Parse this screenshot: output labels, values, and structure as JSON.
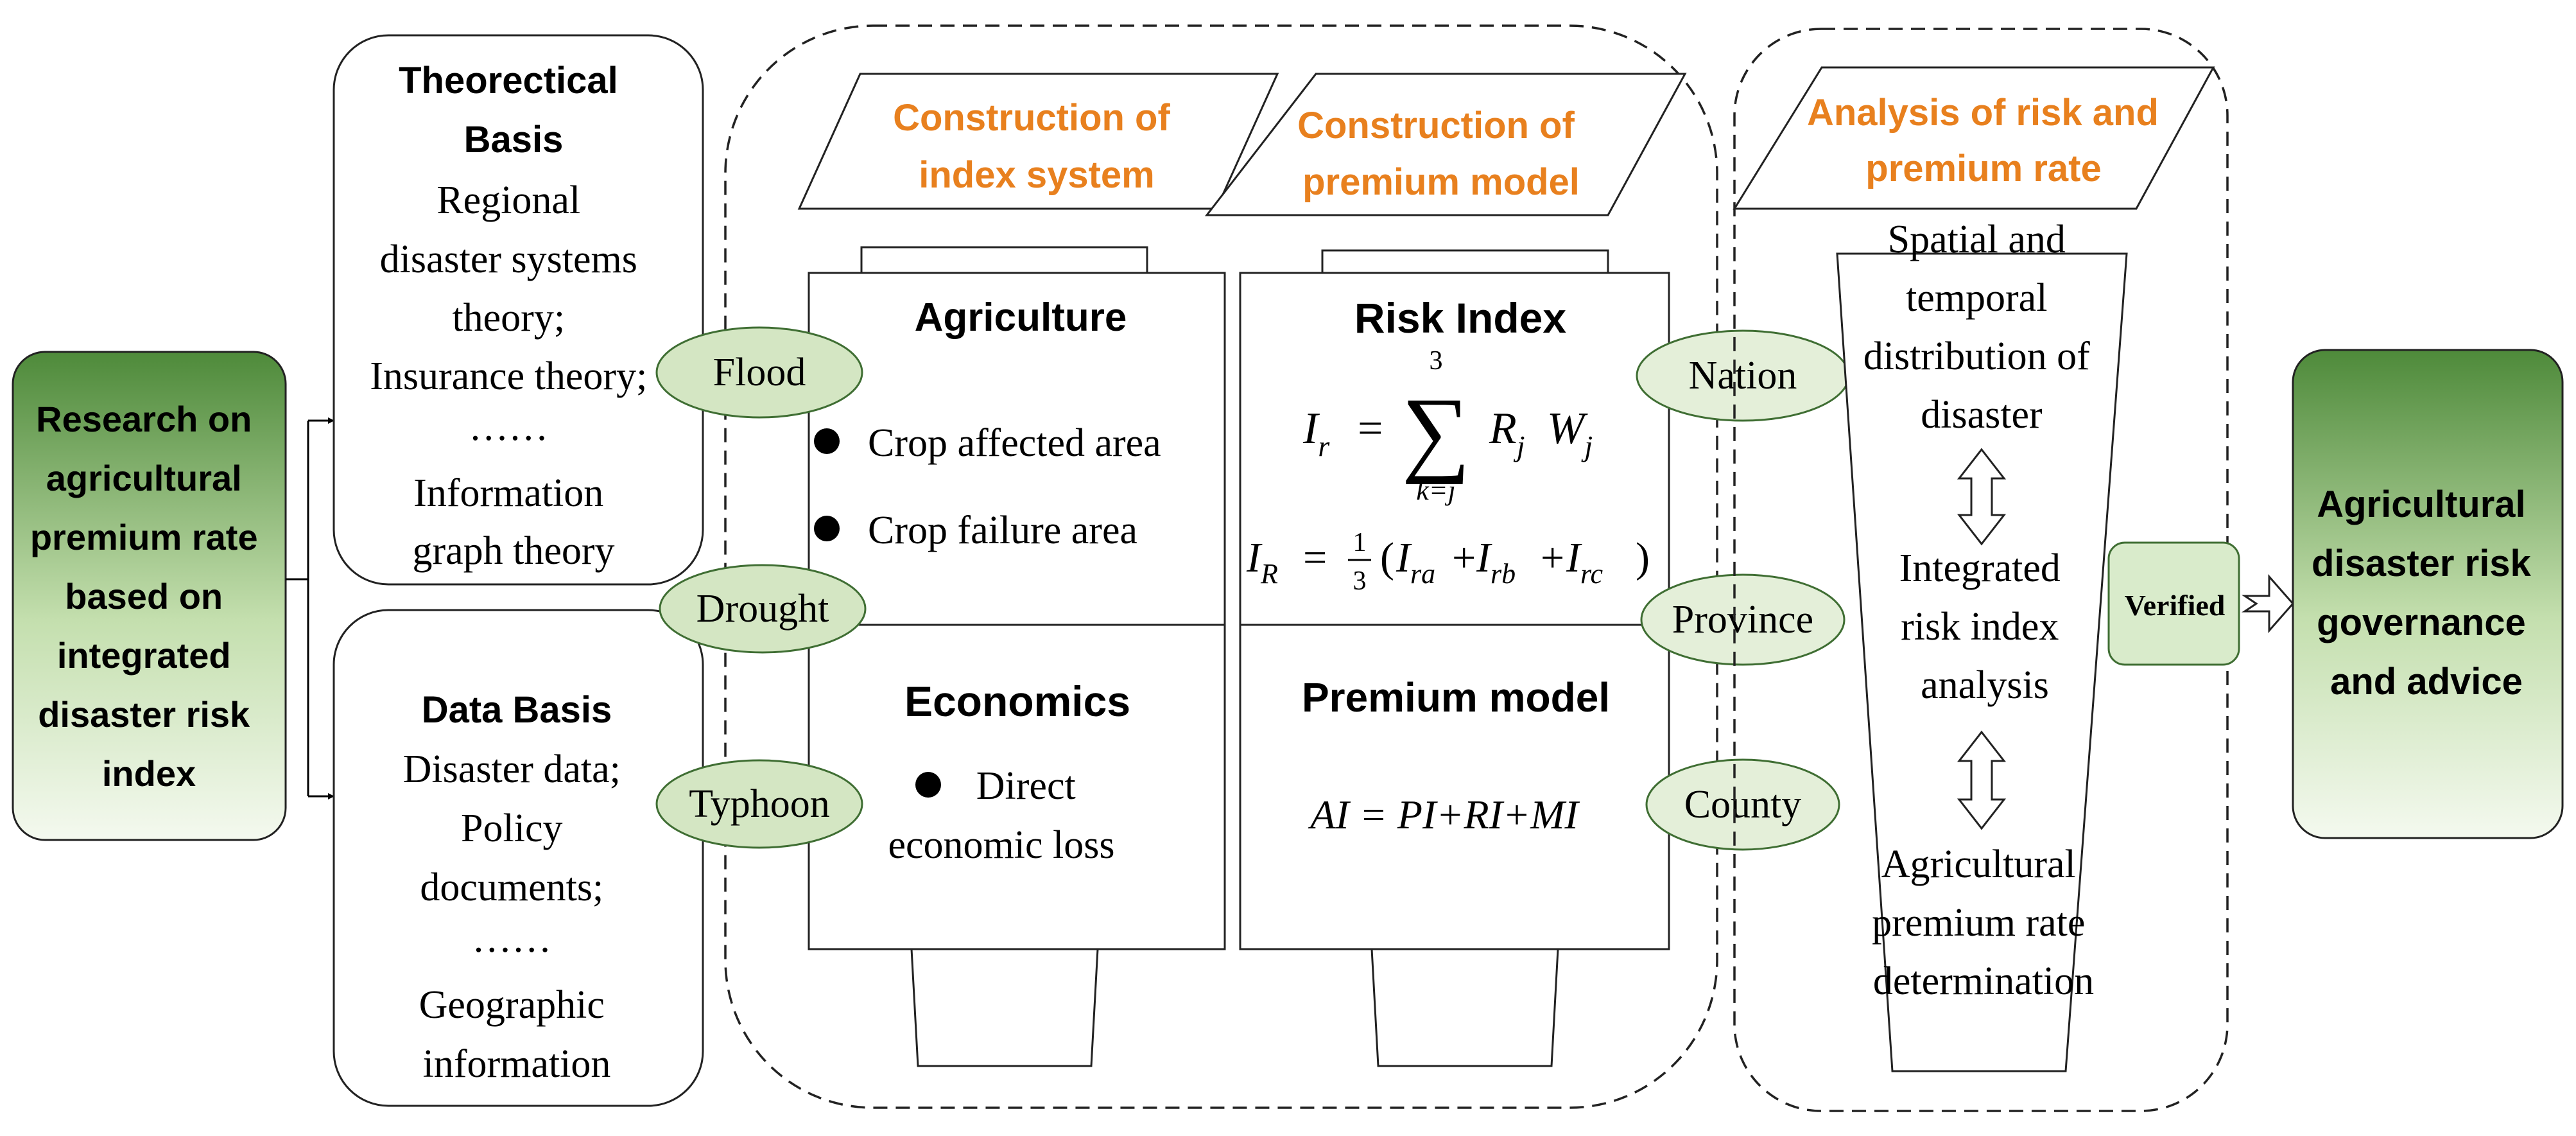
{
  "left_box": {
    "lines": [
      "Research on",
      "agricultural",
      "premium rate",
      "based on",
      "integrated",
      "disaster risk",
      "index"
    ]
  },
  "right_box": {
    "lines": [
      "Agricultural",
      "disaster risk",
      "governance",
      "and advice"
    ]
  },
  "theoretical": {
    "title_lines": [
      "Theorectical",
      "Basis"
    ],
    "lines": [
      "Regional",
      "disaster systems",
      "theory;",
      "Insurance theory;",
      "……",
      "Information",
      "graph theory"
    ]
  },
  "data_basis": {
    "title": "Data Basis",
    "lines": [
      "Disaster data;",
      "Policy",
      "documents;",
      "……",
      "Geographic",
      "information"
    ]
  },
  "hazards": [
    "Flood",
    "Drought",
    "Typhoon"
  ],
  "scales": [
    "Nation",
    "Province",
    "County"
  ],
  "headers": {
    "index_system": [
      "Construction of",
      "index system"
    ],
    "premium_model": [
      "Construction of",
      "premium  model"
    ],
    "analysis": [
      "Analysis of risk and",
      "premium rate"
    ]
  },
  "agriculture": {
    "title": "Agriculture",
    "items": [
      "Crop affected area",
      "Crop failure area"
    ]
  },
  "economics": {
    "title": "Economics",
    "item_lines": [
      "Direct",
      "economic loss"
    ]
  },
  "risk_index": {
    "title": "Risk Index",
    "formula1": {
      "lhs": "I",
      "lhs_sub": "r",
      "eq": "=",
      "sum_top": "3",
      "sum_bottom": "k=j",
      "term": "R",
      "term_sub": "j",
      "term2": "W",
      "term2_sub": "j"
    },
    "formula2": {
      "lhs": "I",
      "lhs_sub": "R",
      "eq": "=",
      "frac_num": "1",
      "frac_den": "3",
      "a": "I",
      "a_sub": "ra",
      "b": "I",
      "b_sub": "rb",
      "c": "I",
      "c_sub": "rc"
    }
  },
  "premium": {
    "title": "Premium model",
    "formula": "AI = PI+RI+MI"
  },
  "analysis": {
    "top_lines": [
      "Spatial and",
      "temporal",
      "distribution of",
      "disaster"
    ],
    "middle_lines": [
      "Integrated",
      "risk index",
      "analysis"
    ],
    "bottom_lines": [
      "Agricultural",
      "premium rate",
      "determination"
    ]
  },
  "verified": "Verified",
  "colors": {
    "header_text": "#e8801e",
    "green_dark": "#4e8a3a",
    "green_light": "#f4f9ef",
    "ellipse_fill": "#d4e6c3",
    "ellipse_stroke": "#3f6e33"
  }
}
